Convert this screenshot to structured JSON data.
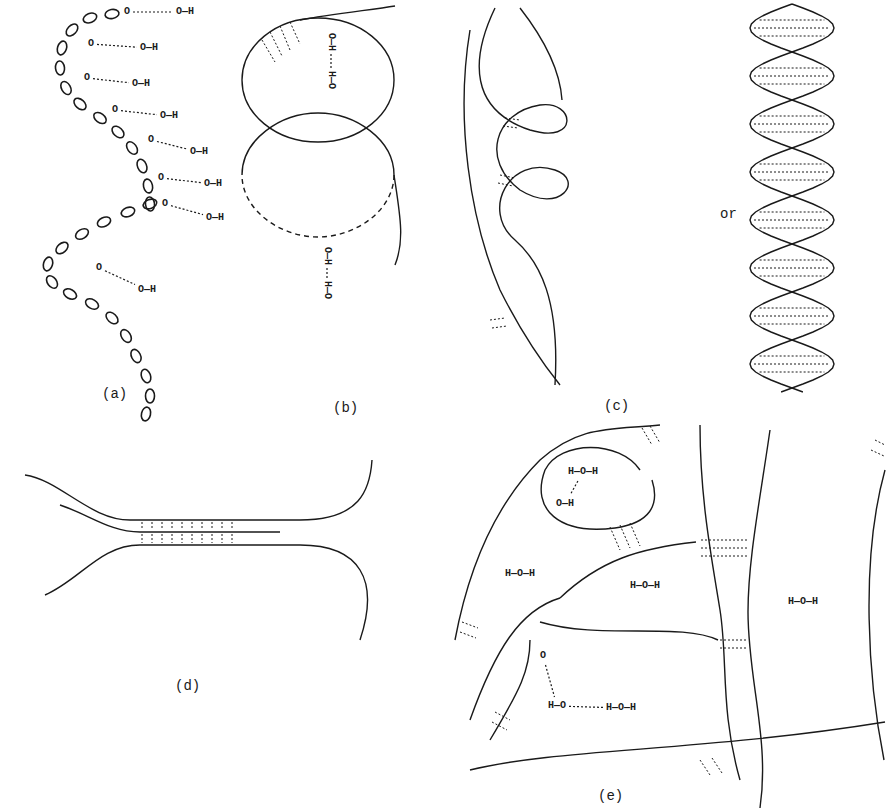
{
  "diagram": {
    "labels": [
      "(a)",
      "(b)",
      "(c)",
      "(d)",
      "(e)",
      "or",
      "O",
      "O—H",
      "O",
      "O—H",
      "O",
      "O—H",
      "O",
      "O—H",
      "O",
      "O—H",
      "O",
      "O—H",
      "O",
      "O—H",
      "O",
      "O—H",
      "O—H",
      "H—O",
      "O—H",
      "H—O",
      "H—O—H",
      "O—H",
      "H—O—H",
      "H—O—H",
      "H—O—H",
      "O",
      "H—O",
      "H—O—H"
    ]
  }
}
